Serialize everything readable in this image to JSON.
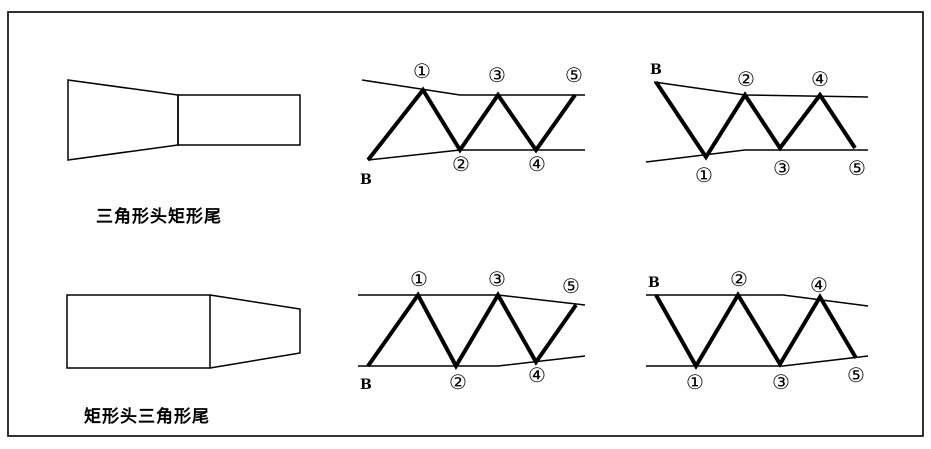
{
  "captions": {
    "row1": "三角形头矩形尾",
    "row2": "矩形头三角形尾"
  },
  "patterns": [
    {
      "id": "top-middle",
      "start_label": "B",
      "nodes": [
        "①",
        "②",
        "③",
        "④",
        "⑤"
      ]
    },
    {
      "id": "top-right",
      "start_label": "B",
      "nodes": [
        "①",
        "②",
        "③",
        "④",
        "⑤"
      ]
    },
    {
      "id": "bottom-middle",
      "start_label": "B",
      "nodes": [
        "①",
        "②",
        "③",
        "④",
        "⑤"
      ]
    },
    {
      "id": "bottom-right",
      "start_label": "B",
      "nodes": [
        "①",
        "②",
        "③",
        "④",
        "⑤"
      ]
    }
  ],
  "colors": {
    "line": "#000000",
    "background": "#ffffff"
  }
}
